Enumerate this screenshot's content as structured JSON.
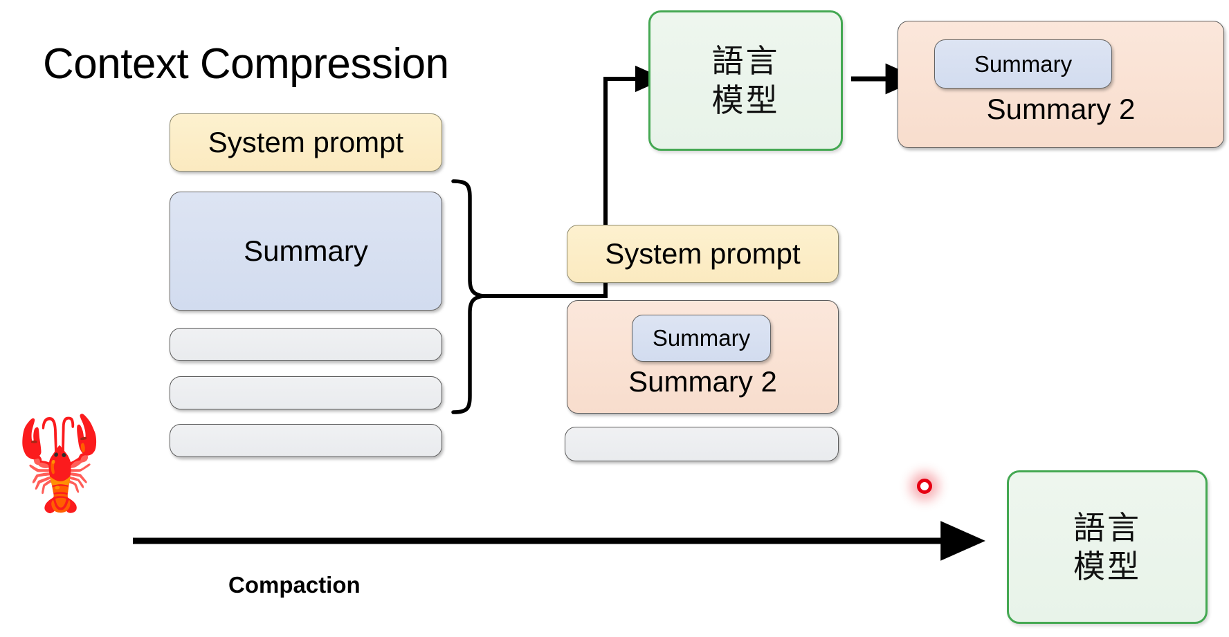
{
  "title": "Context Compression",
  "caption": "Compaction",
  "decor": {
    "lobster_emoji": "🦞"
  },
  "colors": {
    "yellow": "#fbeac0",
    "blue": "#d6dff0",
    "gray": "#eceef1",
    "peach": "#fae2d5",
    "green_fill": "#eaf4ea",
    "green_border": "#44a852",
    "cursor_red": "#e60012",
    "line": "#000000"
  },
  "left_column": {
    "system_prompt": "System prompt",
    "summary": "Summary",
    "empty_rows": [
      "",
      "",
      ""
    ]
  },
  "top_flow": {
    "model_box": "語言\n模型",
    "model_box_lines": [
      "語言",
      "模型"
    ],
    "output_group": {
      "inner_label": "Summary",
      "outer_label": "Summary 2"
    }
  },
  "middle_column": {
    "system_prompt": "System prompt",
    "summary_group": {
      "inner_label": "Summary",
      "outer_label": "Summary 2"
    },
    "empty_rows": [
      ""
    ]
  },
  "bottom_flow": {
    "model_box_lines": [
      "語言",
      "模型"
    ]
  },
  "icons": {
    "arrow_right": "arrow-right-icon",
    "brace": "curly-brace-icon",
    "cursor": "cursor-dot-icon",
    "lobster": "lobster-icon"
  }
}
